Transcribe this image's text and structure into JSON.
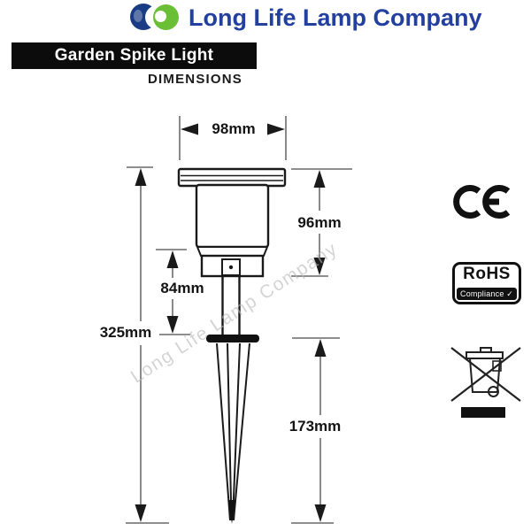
{
  "header": {
    "company_name": "Long Life Lamp Company",
    "logo": {
      "icon": "interlocked-circles-logo",
      "blue": "#1a3c85",
      "green": "#6abf35"
    }
  },
  "title_banner": {
    "product": "Garden Spike Light",
    "section": "DIMENSIONS"
  },
  "watermark": {
    "text": "Long Life Lamp Company"
  },
  "drawing": {
    "subject": "garden spike light dimension diagram",
    "labels": {
      "width": "98mm",
      "head_height": "96mm",
      "bracket_to_spike": "84mm",
      "overall_height": "325mm",
      "spike_length": "173mm"
    }
  },
  "certifications": {
    "ce": {
      "label": "CE"
    },
    "rohs": {
      "title": "RoHS",
      "subtitle": "Compliance",
      "check": "✓"
    },
    "weee": {
      "icon": "crossed-out-wheelie-bin"
    }
  },
  "colors": {
    "brand_blue": "#24409e",
    "logo_green": "#6abf35",
    "banner_bg": "#0c0c0c",
    "line": "#1a1a1a",
    "dimension_line": "#4a4a4a",
    "watermark": "#b9b9b9"
  }
}
